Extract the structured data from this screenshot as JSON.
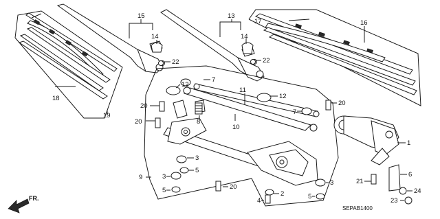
{
  "diagram": {
    "code": "SEPAB1400",
    "direction_label": "FR.",
    "callouts": [
      {
        "id": "c15",
        "text": "15"
      },
      {
        "id": "c13",
        "text": "13"
      },
      {
        "id": "c16",
        "text": "16"
      },
      {
        "id": "c17",
        "text": "17"
      },
      {
        "id": "c14a",
        "text": "14"
      },
      {
        "id": "c14b",
        "text": "14"
      },
      {
        "id": "c22a",
        "text": "22"
      },
      {
        "id": "c22b",
        "text": "22"
      },
      {
        "id": "c7a",
        "text": "7"
      },
      {
        "id": "c7b",
        "text": "7"
      },
      {
        "id": "c12a",
        "text": "12"
      },
      {
        "id": "c12b",
        "text": "12"
      },
      {
        "id": "c11",
        "text": "11"
      },
      {
        "id": "c18",
        "text": "18"
      },
      {
        "id": "c19",
        "text": "19"
      },
      {
        "id": "c20a",
        "text": "20"
      },
      {
        "id": "c20b",
        "text": "20"
      },
      {
        "id": "c20c",
        "text": "20"
      },
      {
        "id": "c20d",
        "text": "20"
      },
      {
        "id": "c8",
        "text": "8"
      },
      {
        "id": "c10",
        "text": "10"
      },
      {
        "id": "c1",
        "text": "1"
      },
      {
        "id": "c9",
        "text": "9"
      },
      {
        "id": "c3a",
        "text": "3"
      },
      {
        "id": "c3b",
        "text": "3"
      },
      {
        "id": "c3c",
        "text": "3"
      },
      {
        "id": "c5a",
        "text": "5"
      },
      {
        "id": "c5b",
        "text": "5"
      },
      {
        "id": "c5c",
        "text": "5"
      },
      {
        "id": "c4",
        "text": "4"
      },
      {
        "id": "c2",
        "text": "2"
      },
      {
        "id": "c6",
        "text": "6"
      },
      {
        "id": "c21",
        "text": "21"
      },
      {
        "id": "c24",
        "text": "24"
      },
      {
        "id": "c23",
        "text": "23"
      }
    ]
  }
}
